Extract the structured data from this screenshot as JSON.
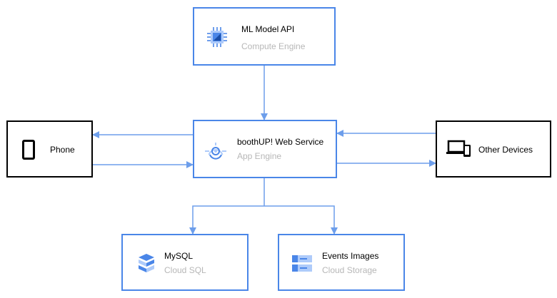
{
  "colors": {
    "connector": "#6d9eeb",
    "gcp_border": "#4a86e8",
    "device_border": "#000000",
    "icon_blue": "#4a86e8",
    "icon_light": "#aecbfa",
    "subtitle": "#b7b7b7"
  },
  "nodes": {
    "ml_api": {
      "title": "ML Model API",
      "subtitle": "Compute Engine",
      "icon": "compute-engine-chip-icon"
    },
    "web_service": {
      "title": "boothUP! Web Service",
      "subtitle": "App Engine",
      "icon": "app-engine-icon"
    },
    "phone": {
      "title": "Phone",
      "icon": "phone-icon"
    },
    "other_devices": {
      "title": "Other Devices",
      "icon": "laptop-phone-icon"
    },
    "mysql": {
      "title": "MySQL",
      "subtitle": "Cloud SQL",
      "icon": "cloud-sql-icon"
    },
    "events_images": {
      "title": "Events Images",
      "subtitle": "Cloud Storage",
      "icon": "cloud-storage-icon"
    }
  },
  "connections": [
    {
      "from": "ml_api",
      "to": "web_service"
    },
    {
      "from": "web_service",
      "to": "phone"
    },
    {
      "from": "phone",
      "to": "web_service"
    },
    {
      "from": "other_devices",
      "to": "web_service"
    },
    {
      "from": "web_service",
      "to": "other_devices"
    },
    {
      "from": "web_service",
      "to": "mysql"
    },
    {
      "from": "web_service",
      "to": "events_images"
    }
  ]
}
